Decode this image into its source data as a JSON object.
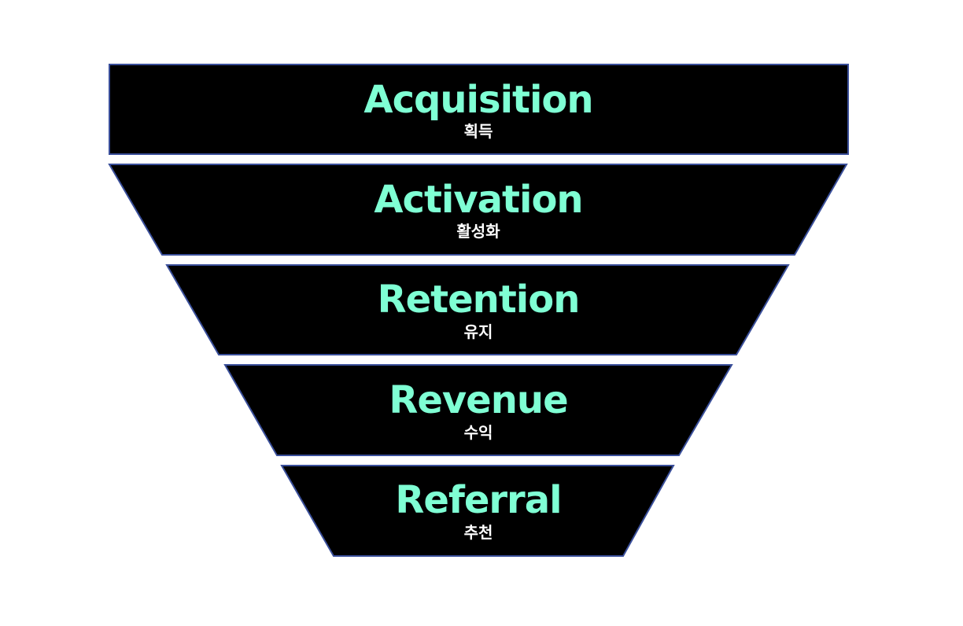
{
  "diagram": {
    "type": "funnel",
    "colors": {
      "stage_fill": "#000000",
      "stage_border": "#3a4f9a",
      "title_color": "#7fffd4",
      "subtitle_color": "#ffffff"
    },
    "stages": [
      {
        "title": "Acquisition",
        "subtitle": "획득"
      },
      {
        "title": "Activation",
        "subtitle": "활성화"
      },
      {
        "title": "Retention",
        "subtitle": "유지"
      },
      {
        "title": "Revenue",
        "subtitle": "수익"
      },
      {
        "title": "Referral",
        "subtitle": "추천"
      }
    ]
  }
}
